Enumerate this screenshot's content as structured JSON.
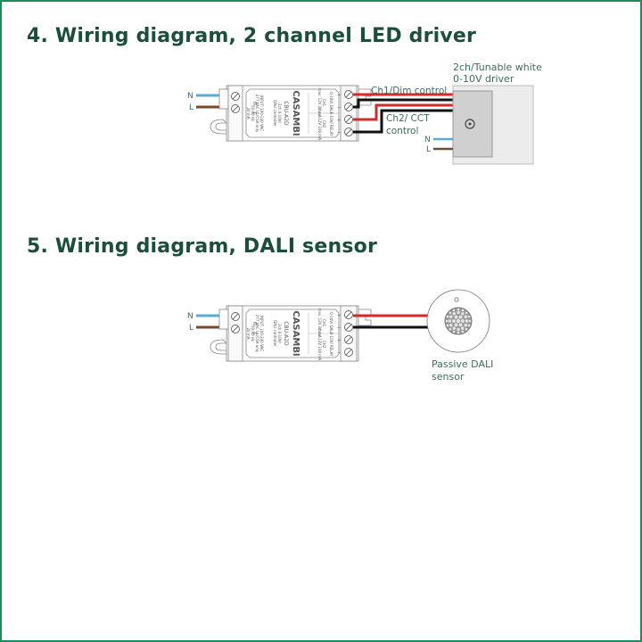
{
  "page": {
    "border_color": "#1f8a5b",
    "title_color": "#1d4d3d"
  },
  "sections": [
    {
      "title": "4. Wiring diagram, 2 channel LED driver",
      "controller": {
        "brand": "CASAMBI",
        "model": "CBU-A2D",
        "description_1": "2ch 0-10V/",
        "description_2": "DALI controller",
        "input_1": "INPUT: 100-240 VAC",
        "input_2": "277 VAC UL/CSA only",
        "input_3": "50-60 Hz",
        "input_4": "20 mA",
        "mains_terminals": [
          "N",
          "L"
        ],
        "ch1_header": "0-10V/ DALI",
        "ch1_label": "CH1",
        "ch1_spec": "max. 12V 20 mA",
        "ch2_header": "0-10V/ RELAY",
        "ch2_label": "CH2",
        "ch2_spec": "max. 12V 100 mA",
        "polarity": [
          "+",
          "−",
          "+",
          "−"
        ]
      },
      "mains": {
        "neutral_label": "N",
        "live_label": "L"
      },
      "wire_labels": {
        "ch1": "Ch1/Dim control",
        "ch2_line1": "Ch2/ CCT",
        "ch2_line2": "control"
      },
      "driver": {
        "title_line1": "2ch/Tunable white",
        "title_line2": "0-10V driver",
        "neutral_label": "N",
        "live_label": "L"
      }
    },
    {
      "title": "5. Wiring diagram, DALI sensor",
      "controller": {
        "brand": "CASAMBI",
        "model": "CBU-A2D",
        "description_1": "2ch 0-10V/",
        "description_2": "DALI controller",
        "input_1": "INPUT: 100-240 VAC",
        "input_2": "277 VAC UL/CSA only",
        "input_3": "50-60 Hz",
        "input_4": "20 mA",
        "mains_terminals": [
          "N",
          "L"
        ],
        "ch1_header": "0-10V/ DALI",
        "ch1_label": "CH1",
        "ch1_spec": "max. 12V 20 mA",
        "ch2_header": "0-10V/ RELAY",
        "ch2_label": "CH2",
        "ch2_spec": "max. 12V 100 mA",
        "polarity": [
          "+",
          "−",
          "+",
          "−"
        ]
      },
      "mains": {
        "neutral_label": "N",
        "live_label": "L"
      },
      "sensor": {
        "label_line1": "Passive DALI",
        "label_line2": "sensor"
      }
    }
  ],
  "wire_colors": {
    "neutral": "#5aaad6",
    "live": "#7a4a2a",
    "positive": "#d42a2a",
    "negative": "#111111"
  }
}
